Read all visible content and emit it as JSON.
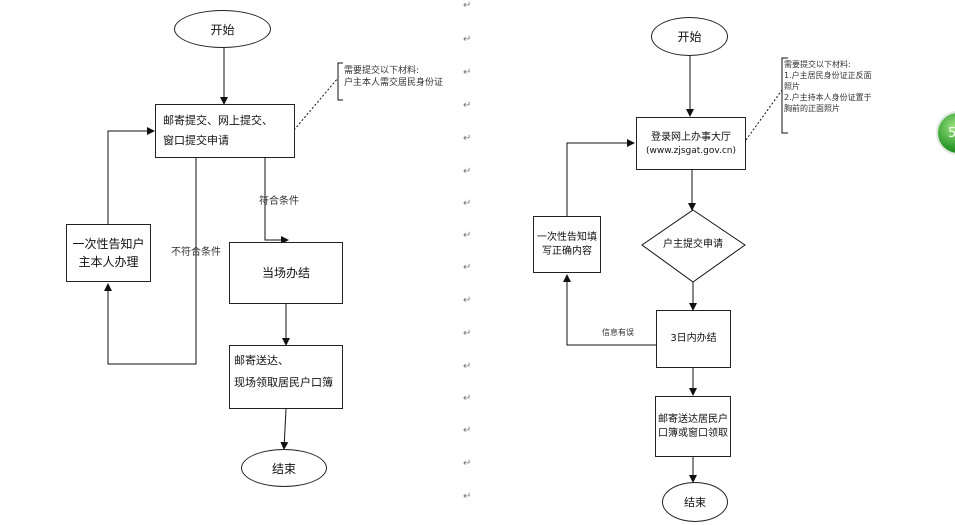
{
  "left": {
    "start": "开始",
    "submit_line1": "邮寄提交、网上提交、",
    "submit_line2": "窗口提交申请",
    "note_line1": "需要提交以下材料:",
    "note_line2": "户主本人需交居民身份证",
    "label_ok": "符合条件",
    "label_fail": "不符合条件",
    "notify_line1": "一次性告知户",
    "notify_line2": "主本人办理",
    "onsite": "当场办结",
    "deliver_line1": "邮寄送达、",
    "deliver_line2": "现场领取居民户口簿",
    "end": "结束"
  },
  "right": {
    "start": "开始",
    "hall_line1": "登录网上办事大厅",
    "hall_line2": "(www.zjsgat.gov.cn)",
    "note_line1": "需要提交以下材料:",
    "note_line2": "1.户主居民身份证正反面",
    "note_line3": "照片",
    "note_line4": "2.户主持本人身份证置于",
    "note_line5": "胸前的正面照片",
    "apply": "户主提交申请",
    "notify_line1": "一次性告知填",
    "notify_line2": "写正确内容",
    "label_error": "信息有误",
    "three_day": "3日内办结",
    "deliver_line1": "邮寄送达居民户",
    "deliver_line2": "口簿或窗口领取",
    "end": "结束"
  },
  "paragraph_mark": "↵",
  "badge": "5"
}
